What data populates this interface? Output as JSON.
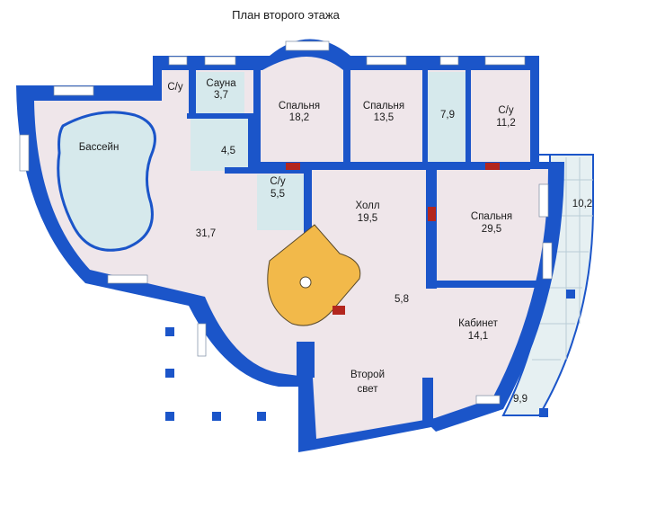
{
  "title": "План второго этажа",
  "colors": {
    "wall": "#1b55c9",
    "floor": "#efe6ea",
    "tile": "#d6e9ec",
    "stairs": "#f2b94a",
    "window": "#ffffff",
    "ventilation": "#b3261e"
  },
  "rooms": {
    "su_small": {
      "name": "С/у"
    },
    "sauna": {
      "name": "Сауна",
      "area": "3,7"
    },
    "bedroom_1": {
      "name": "Спальня",
      "area": "18,2"
    },
    "bedroom_2": {
      "name": "Спальня",
      "area": "13,5"
    },
    "storage": {
      "area": "7,9"
    },
    "su_right": {
      "name": "С/у",
      "area": "11,2"
    },
    "pool": {
      "name": "Бассейн"
    },
    "corridor": {
      "area": "4,5"
    },
    "su_mid": {
      "name": "С/у",
      "area": "5,5"
    },
    "hall": {
      "name": "Холл",
      "area": "19,5"
    },
    "bedroom_3": {
      "name": "Спальня",
      "area": "29,5"
    },
    "terrace_top": {
      "area": "10,2"
    },
    "pool_hall": {
      "area": "31,7"
    },
    "landing": {
      "area": "5,8"
    },
    "office": {
      "name": "Кабинет",
      "area": "14,1"
    },
    "second_light": {
      "name_line1": "Второй",
      "name_line2": "свет"
    },
    "terrace_bottom": {
      "area": "9,9"
    }
  }
}
